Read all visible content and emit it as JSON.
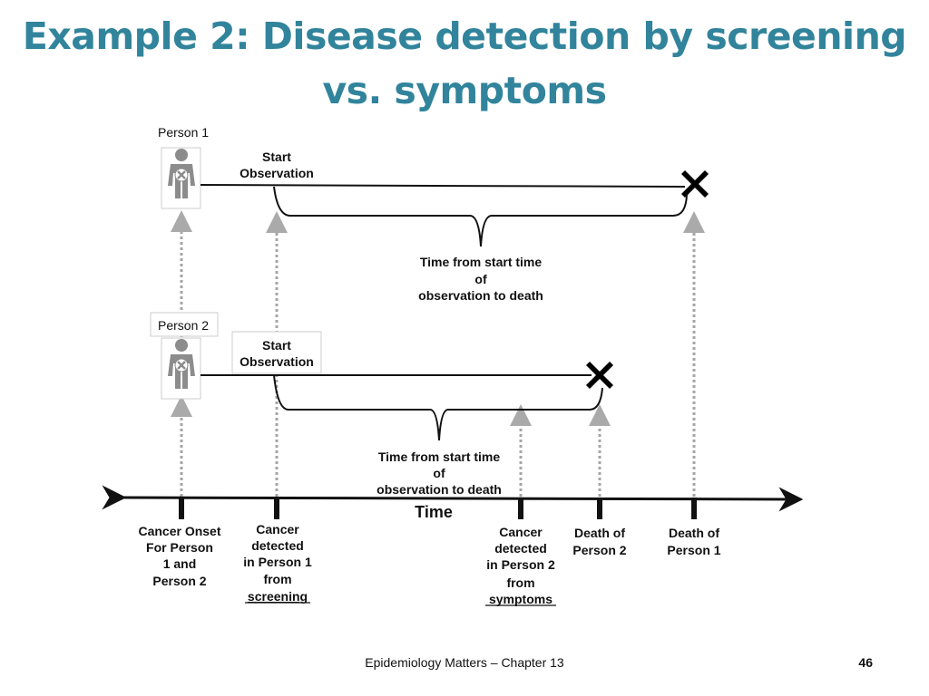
{
  "title": {
    "line1": "Example 2: Disease detection by screening",
    "line2": "vs. symptoms"
  },
  "person1": {
    "label": "Person 1",
    "start_obs": [
      "Start",
      "Observation"
    ],
    "brace_label": [
      "Time from start time",
      "of",
      "observation to death"
    ]
  },
  "person2": {
    "label": "Person 2",
    "start_obs": [
      "Start",
      "Observation"
    ],
    "brace_label": [
      "Time from start time",
      "of",
      "observation to death"
    ]
  },
  "axis": {
    "label": "Time",
    "events": [
      {
        "lines": [
          "Cancer Onset",
          "For Person",
          "1 and",
          "Person 2"
        ],
        "underline_last": false
      },
      {
        "lines": [
          "Cancer",
          "detected",
          "in Person 1",
          "from",
          "screening"
        ],
        "underline_last": true
      },
      {
        "lines": [
          "Cancer",
          "detected",
          "in Person 2",
          "from",
          "symptoms"
        ],
        "underline_last": true
      },
      {
        "lines": [
          "Death of",
          "Person 2"
        ],
        "underline_last": false
      },
      {
        "lines": [
          "Death of",
          "Person 1"
        ],
        "underline_last": false
      }
    ]
  },
  "footer": {
    "text": "Epidemiology Matters – Chapter 13",
    "page": "46"
  },
  "colors": {
    "title": "#31849B",
    "arrow": "#999999",
    "line": "#111111"
  },
  "icons": [
    "person-icon",
    "death-x-icon",
    "arrowhead-icon"
  ]
}
